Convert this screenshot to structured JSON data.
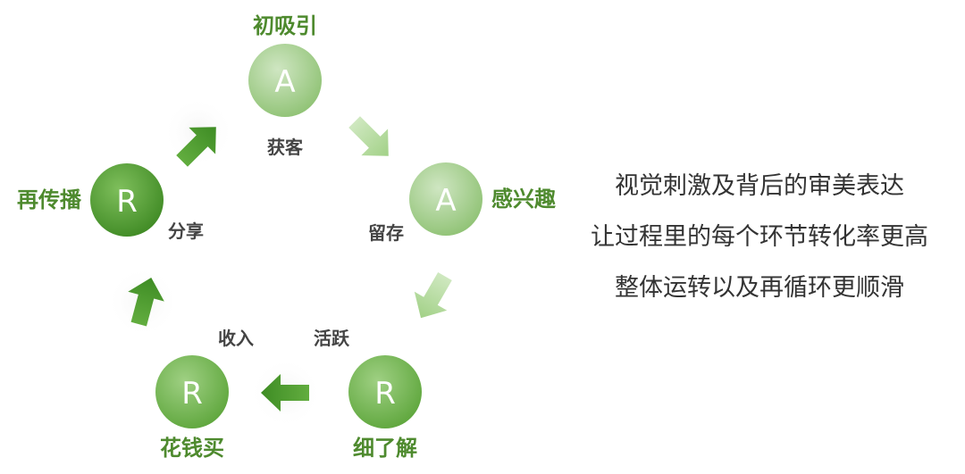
{
  "colors": {
    "stage_text": "#4e8a2e",
    "action_text": "#444444",
    "circle_light": "#a6cf8f",
    "circle_dark": "#4f9a33",
    "arrow_light": "#b9dba6",
    "arrow_dark": "#4a962f"
  },
  "nodes": {
    "acquisition": {
      "letter": "A",
      "stage": "初吸引",
      "action": "获客"
    },
    "activation": {
      "letter": "A",
      "stage": "感兴趣",
      "action": "留存"
    },
    "retention": {
      "letter": "R",
      "stage": "细了解",
      "action": "活跃"
    },
    "revenue": {
      "letter": "R",
      "stage": "花钱买",
      "action": "收入"
    },
    "referral": {
      "letter": "R",
      "stage": "再传播",
      "action": "分享"
    }
  },
  "description": {
    "lines": [
      "视觉刺激及背后的审美表达",
      "让过程里的每个环节转化率更高",
      "整体运转以及再循环更顺滑"
    ]
  }
}
